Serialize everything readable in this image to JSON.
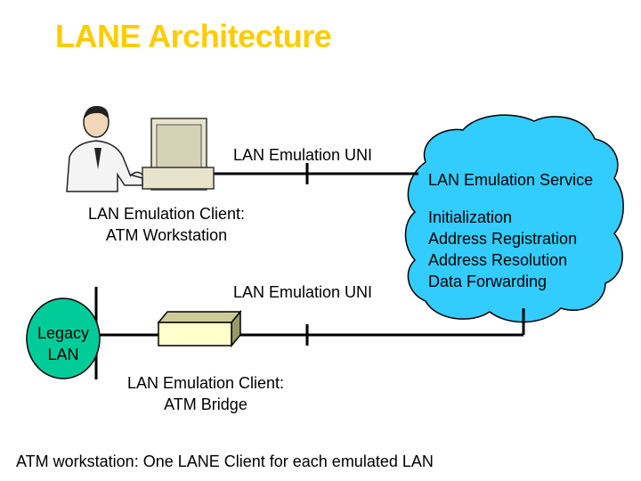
{
  "title": "LANE Architecture",
  "colors": {
    "title": "#FFCC00",
    "cloud": "#33CCFF",
    "legacy": "#00CC99",
    "bridge_face": "#FFFFCC",
    "bridge_top": "#CCCC99"
  },
  "labels": {
    "uni_top": "LAN Emulation UNI",
    "uni_mid": "LAN Emulation UNI",
    "service": "LAN Emulation Service",
    "client_ws_line1": "LAN Emulation Client:",
    "client_ws_line2": "ATM Workstation",
    "client_br_line1": "LAN Emulation Client:",
    "client_br_line2": "ATM Bridge",
    "legacy_line1": "Legacy",
    "legacy_line2": "LAN",
    "footer": "ATM workstation: One LANE Client for each emulated LAN"
  },
  "service_functions": [
    "Initialization",
    "Address Registration",
    "Address Resolution",
    "Data Forwarding"
  ],
  "icons": {
    "workstation": "person-at-computer-icon",
    "bridge": "bridge-box-icon"
  }
}
